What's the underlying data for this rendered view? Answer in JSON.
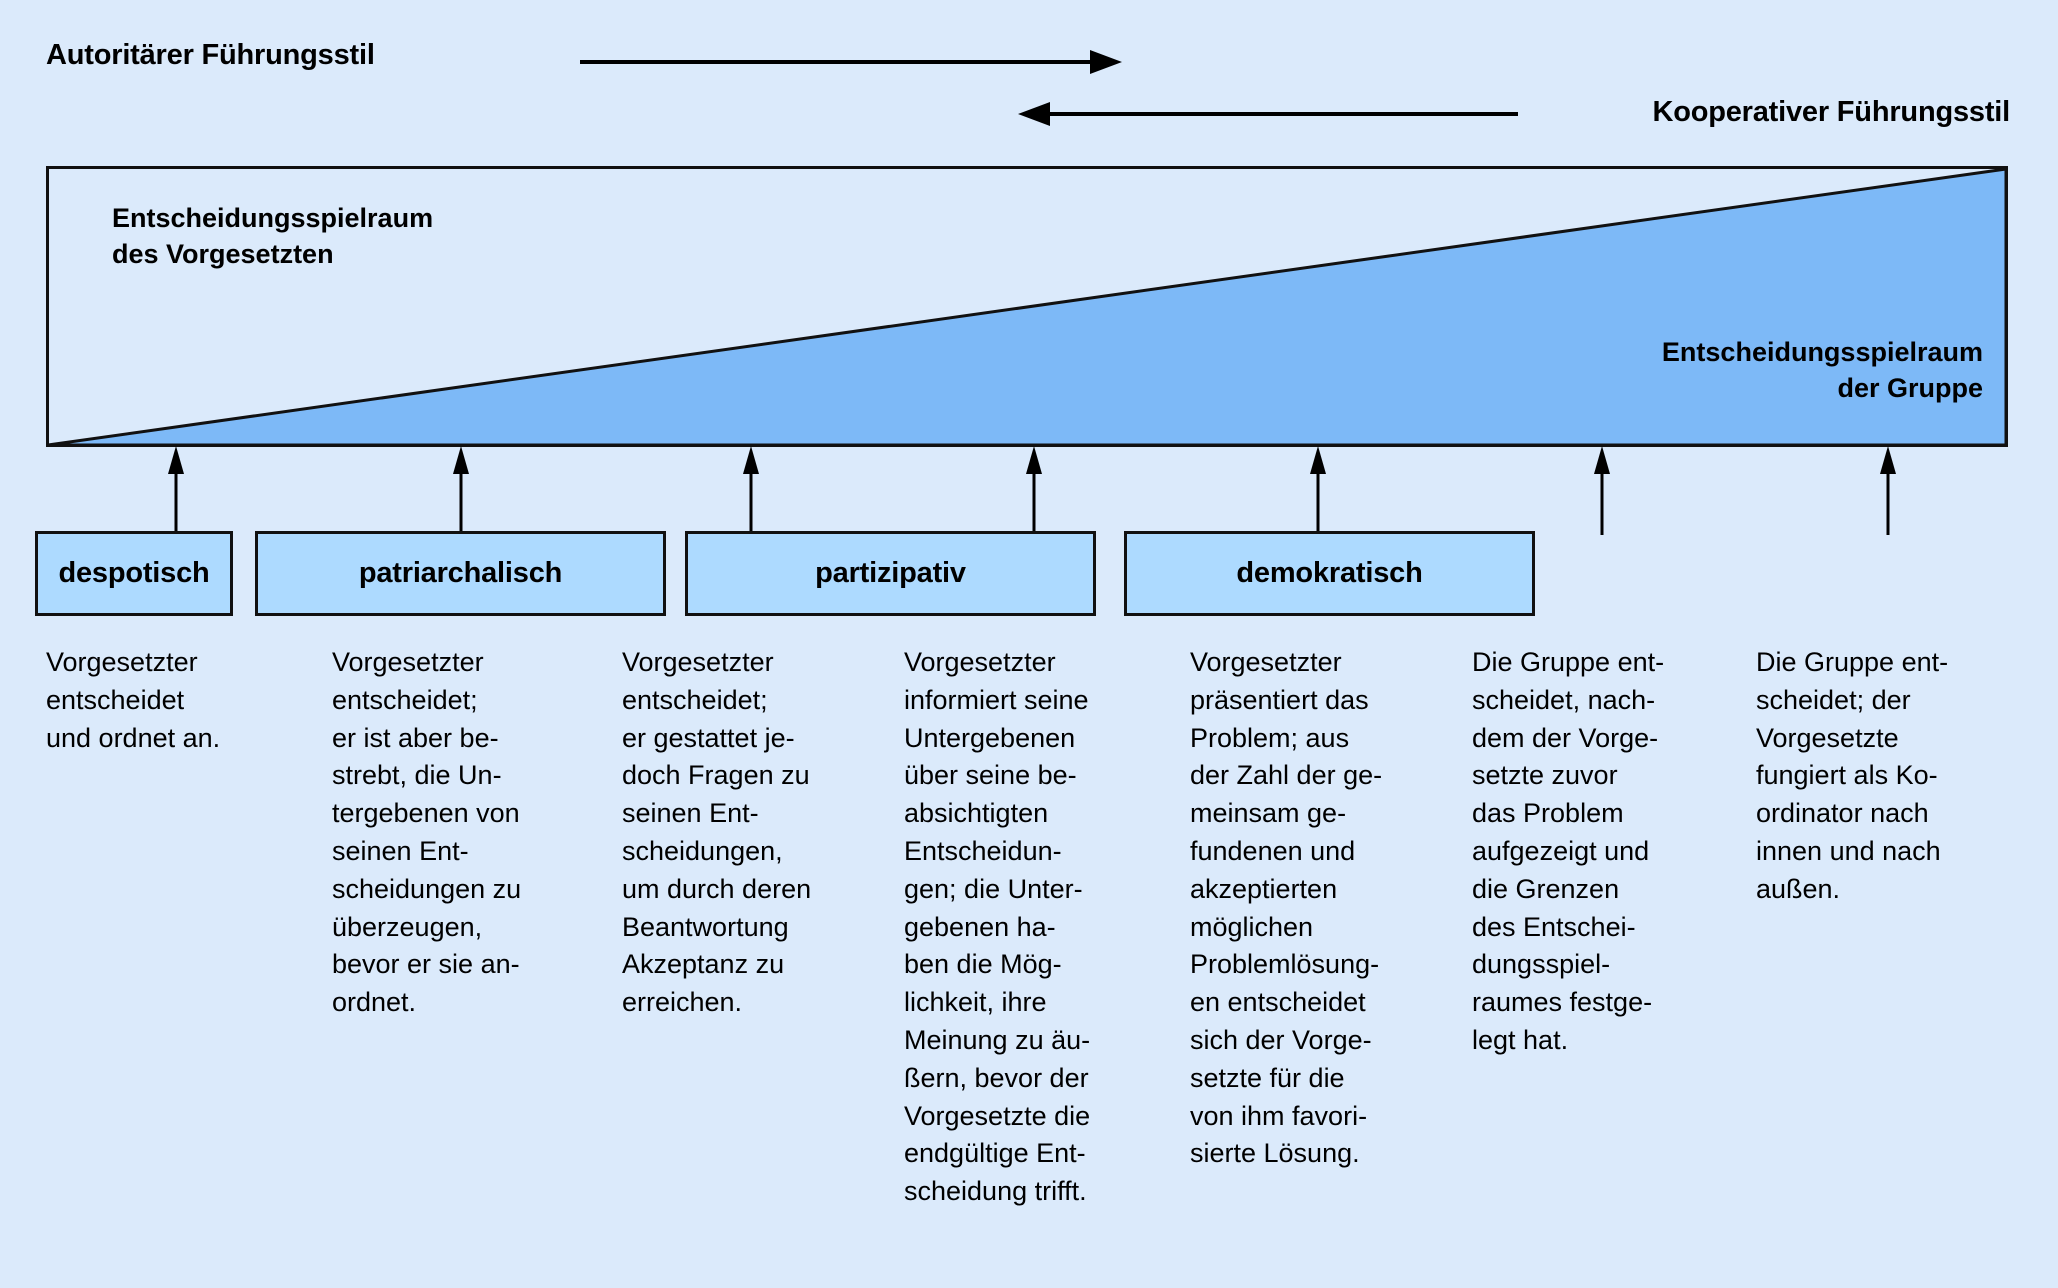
{
  "header": {
    "left_label": "Autoritärer Führungsstil",
    "right_label": "Kooperativer Führungsstil",
    "arrow_right_icon": "arrow-right-icon",
    "arrow_left_icon": "arrow-left-icon"
  },
  "wedge": {
    "boss_label": "Entscheidungsspielraum\ndes Vorgesetzten",
    "group_label": "Entscheidungsspielraum\nder Gruppe",
    "colors": {
      "page_background": "#dbeafb",
      "wedge_fill": "#7db9f7",
      "box_fill": "#addaff",
      "outline": "#111111"
    }
  },
  "styles": [
    {
      "label": "despotisch"
    },
    {
      "label": "patriarchalisch"
    },
    {
      "label": "partizipativ"
    },
    {
      "label": "demokratisch"
    }
  ],
  "descriptions": [
    {
      "text": "Vorgesetzter\nentscheidet\nund ordnet an."
    },
    {
      "text": "Vorgesetzter\nentscheidet;\ner ist aber be-\nstrebt, die Un-\ntergebenen von\nseinen Ent-\nscheidungen zu\nüberzeugen,\nbevor er sie an-\nordnet."
    },
    {
      "text": "Vorgesetzter\nentscheidet;\ner gestattet je-\ndoch Fragen zu\nseinen Ent-\nscheidungen,\num durch deren\nBeantwortung\nAkzeptanz zu\nerreichen."
    },
    {
      "text": "Vorgesetzter\ninformiert seine\nUntergebenen\nüber seine be-\nabsichtigten\nEntscheidun-\ngen; die Unter-\ngebenen ha-\nben die Mög-\nlichkeit, ihre\nMeinung zu äu-\nßern, bevor der\nVorgesetzte die\nendgültige Ent-\nscheidung trifft."
    },
    {
      "text": "Vorgesetzter\npräsentiert das\nProblem; aus\nder Zahl der ge-\nmeinsam ge-\nfundenen und\nakzeptierten\nmöglichen\nProblemlösung-\nen entscheidet\nsich der Vorge-\nsetzte für die\nvon ihm favori-\nsierte Lösung."
    },
    {
      "text": "Die Gruppe ent-\nscheidet, nach-\ndem der Vorge-\nsetzte zuvor\ndas Problem\naufgezeigt und\ndie Grenzen\ndes Entschei-\ndungsspiel-\nraumes festge-\nlegt hat."
    },
    {
      "text": "Die Gruppe ent-\nscheidet; der\nVorgesetzte\nfungiert als Ko-\nordinator nach\ninnen und nach\naußen."
    }
  ],
  "connector_arrows": {
    "count": 7,
    "icon": "arrow-up-icon"
  }
}
